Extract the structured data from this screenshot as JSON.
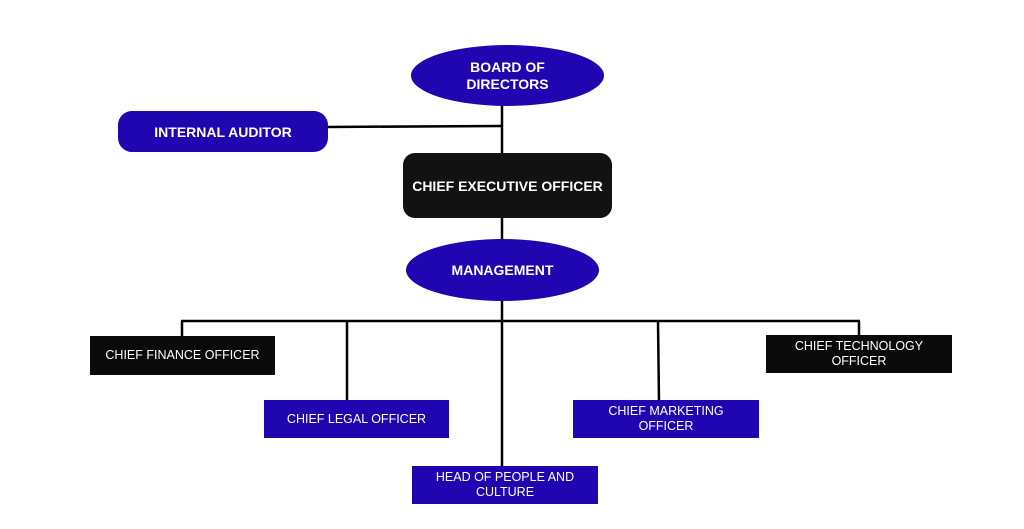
{
  "colors": {
    "blue": "#1f06b0",
    "black": "#121212",
    "text": "#ffffff",
    "line": "#000000"
  },
  "nodes": {
    "board": "BOARD OF DIRECTORS",
    "internal_auditor": "INTERNAL AUDITOR",
    "ceo": "CHIEF EXECUTIVE OFFICER",
    "management": "MANAGEMENT",
    "cfo": "CHIEF FINANCE OFFICER",
    "clo": "CHIEF LEGAL OFFICER",
    "people": "HEAD OF PEOPLE AND CULTURE",
    "cmo": "CHIEF MARKETING OFFICER",
    "cto": "CHIEF TECHNOLOGY OFFICER"
  },
  "edges": [
    [
      "board",
      "ceo"
    ],
    [
      "internal_auditor",
      "board"
    ],
    [
      "ceo",
      "management"
    ],
    [
      "management",
      "cfo"
    ],
    [
      "management",
      "clo"
    ],
    [
      "management",
      "people"
    ],
    [
      "management",
      "cmo"
    ],
    [
      "management",
      "cto"
    ]
  ]
}
